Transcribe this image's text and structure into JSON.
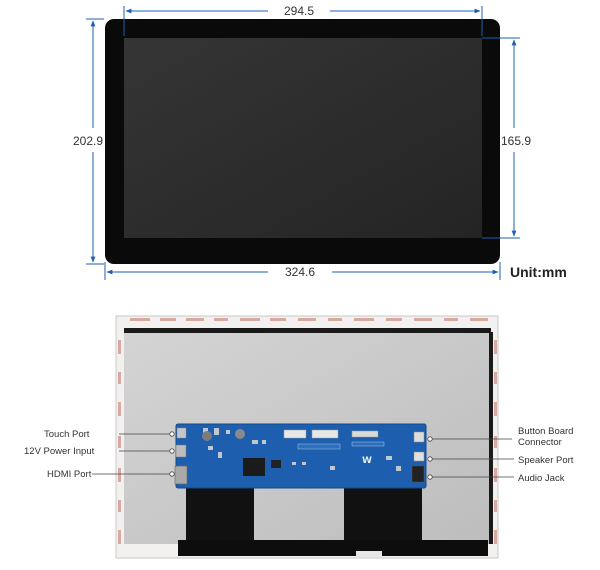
{
  "dimensions": {
    "active_width": "294.5",
    "outer_height": "202.9",
    "active_height": "165.9",
    "outer_width": "324.6",
    "unit": "Unit:mm"
  },
  "ports_left": {
    "touch": "Touch Port",
    "power": "12V Power Input",
    "hdmi": "HDMI Port"
  },
  "ports_right": {
    "button_line1": "Button Board",
    "button_line2": "Connector",
    "speaker": "Speaker Port",
    "audio": "Audio Jack"
  },
  "colors": {
    "bezel": "#0a0a0a",
    "screen": "#2b2b2b",
    "dimension_line": "#1c5fb4",
    "pcb": "#1d5fae",
    "back_panel": "#c9c9c9"
  }
}
